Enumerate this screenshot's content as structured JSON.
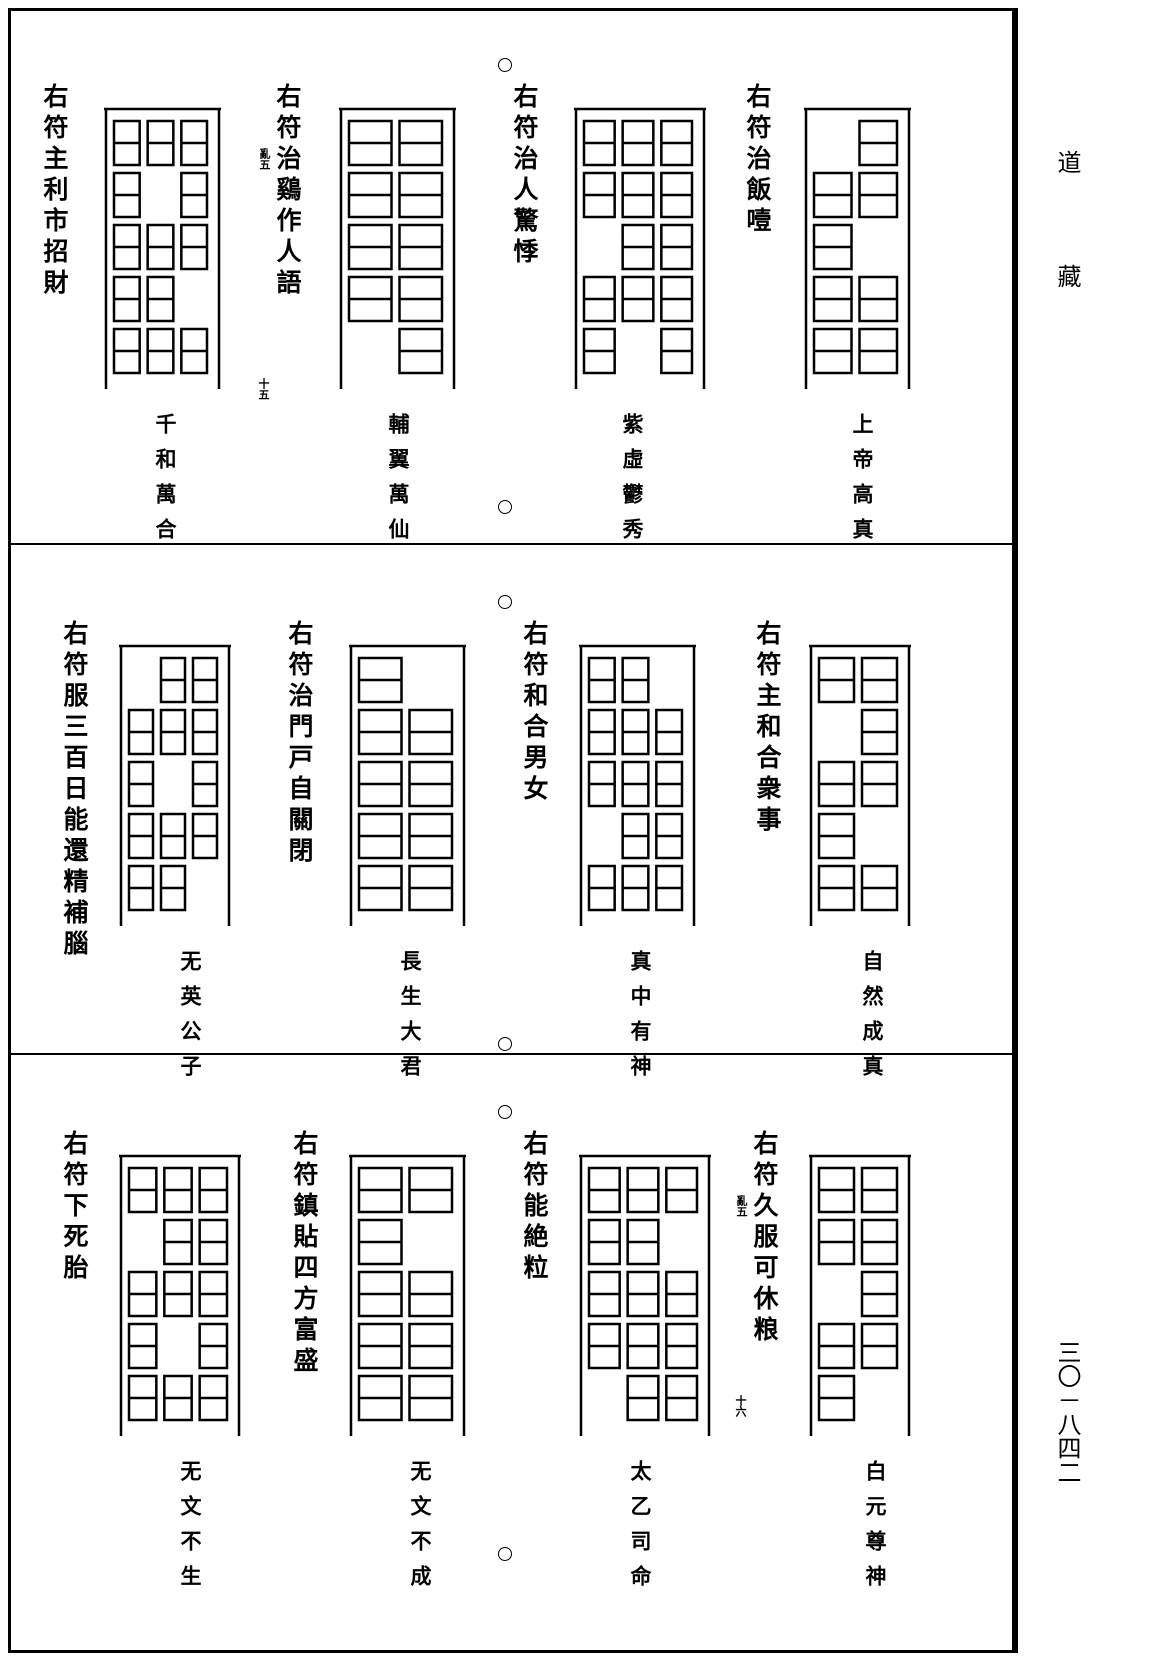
{
  "margin": {
    "title": "道藏",
    "page_number": "三〇－八四二"
  },
  "bands": [
    {
      "entries": [
        {
          "caption": "右符治飯噎",
          "god": "上帝高真",
          "note": ""
        },
        {
          "caption": "右符治人驚悸",
          "god": "紫虛鬱秀",
          "note": ""
        },
        {
          "caption": "右符治鷄作人語",
          "god": "輔翼萬仙",
          "note": "亂五"
        },
        {
          "caption": "右符主利市招財",
          "god": "千和萬合",
          "note": ""
        }
      ],
      "folio": "十五"
    },
    {
      "entries": [
        {
          "caption": "右符主和合衆事",
          "god": "自然成真",
          "note": ""
        },
        {
          "caption": "右符和合男女",
          "god": "真中有神",
          "note": ""
        },
        {
          "caption": "右符治門戸自關閉",
          "god": "長生大君",
          "note": ""
        },
        {
          "caption": "右符服三百日能還精補腦",
          "god": "无英公子",
          "note": ""
        }
      ],
      "folio": ""
    },
    {
      "entries": [
        {
          "caption": "右符久服可休粮",
          "god": "白元尊神",
          "note": "亂五"
        },
        {
          "caption": "右符能絶粒",
          "god": "太乙司命",
          "note": ""
        },
        {
          "caption": "右符鎮貼四方富盛",
          "god": "无文不成",
          "note": ""
        },
        {
          "caption": "右符下死胎",
          "god": "无文不生",
          "note": ""
        }
      ],
      "folio": "十六"
    }
  ]
}
